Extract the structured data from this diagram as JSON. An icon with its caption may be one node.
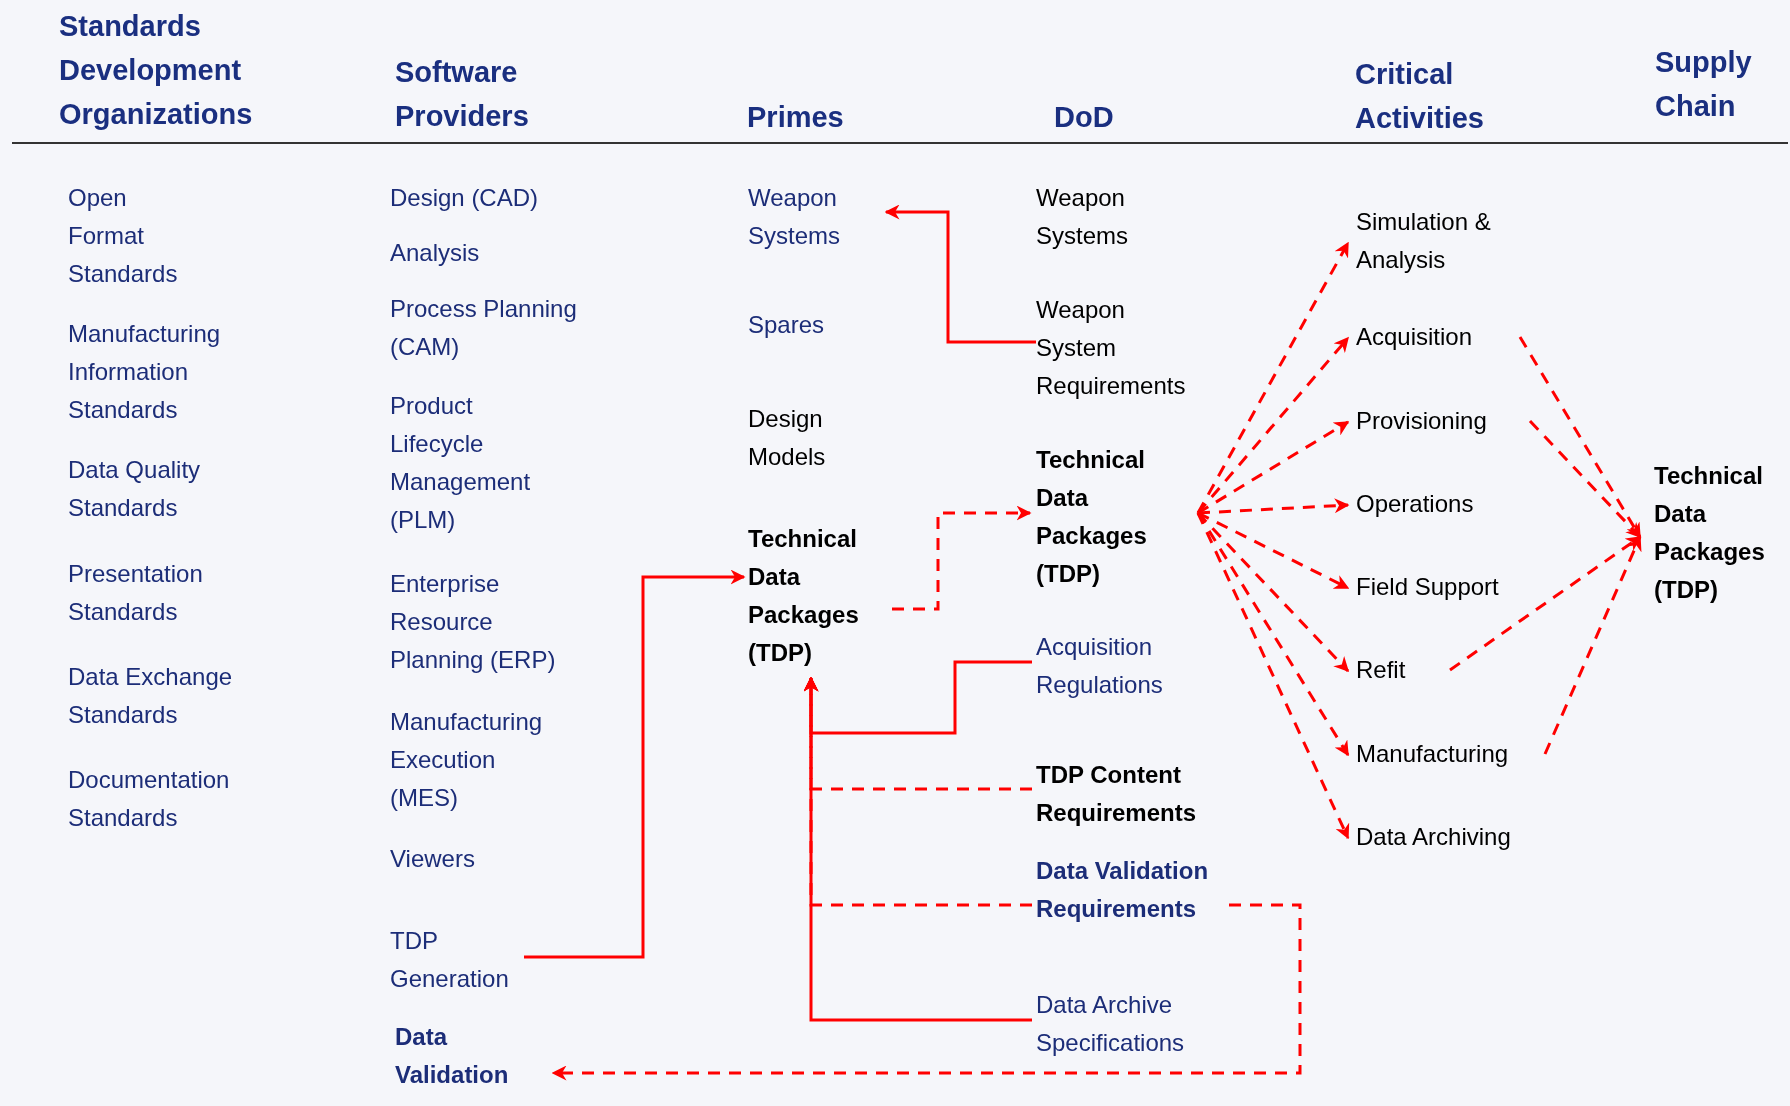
{
  "diagram": {
    "nodes": [
      {
        "text": [
          "Weapon Systems"
        ]
      },
      {
        "text": [
          "Weapon System Requirements"
        ]
      },
      {
        "text": [
          "TDP Generation"
        ]
      },
      {
        "text": [
          "Technical Data Packages (TDP)"
        ]
      },
      {
        "text": [
          "Technical Data Packages (TDP)"
        ]
      },
      {
        "text": [
          "Acquisition Regulations"
        ]
      },
      {
        "text": [
          "TDP Content Requirements"
        ]
      },
      {
        "text": [
          "Data Validation Requirements"
        ]
      },
      {
        "text": [
          "Data Archive Specifications"
        ]
      },
      {
        "text": [
          "Data Validation"
        ]
      },
      {
        "text": [
          "Simulation & Analysis"
        ]
      },
      {
        "text": [
          "Acquisition"
        ]
      },
      {
        "text": [
          "Provisioning"
        ]
      },
      {
        "text": [
          "Operations"
        ]
      },
      {
        "text": [
          "Field Support"
        ]
      },
      {
        "text": [
          "Refit"
        ]
      },
      {
        "text": [
          "Manufacturing"
        ]
      },
      {
        "text": [
          "Data Archiving"
        ]
      },
      {
        "text": [
          "Technical Data Packages (TDP)"
        ]
      }
    ],
    "edges": [
      {
        "from": 1,
        "to": 0,
        "arrow": "to"
      },
      {
        "from": 2,
        "to": 3,
        "arrow": "to"
      },
      {
        "from": 3,
        "to": 4,
        "arrow": "to",
        "style": "dashed"
      },
      {
        "from": 5,
        "to": 3,
        "arrow": "to"
      },
      {
        "from": 6,
        "to": 3,
        "arrow": "to",
        "style": "dashed"
      },
      {
        "from": 7,
        "to": 3,
        "arrow": "to",
        "style": "dashed"
      },
      {
        "from": 8,
        "to": 3,
        "arrow": "to"
      },
      {
        "from": 7,
        "to": 9,
        "arrow": "to",
        "style": "dashed"
      },
      {
        "from": 4,
        "to": 10,
        "arrow": "to",
        "style": "dashed"
      },
      {
        "from": 4,
        "to": 11,
        "arrow": "to",
        "style": "dashed"
      },
      {
        "from": 4,
        "to": 12,
        "arrow": "to",
        "style": "dashed"
      },
      {
        "from": 4,
        "to": 13,
        "arrow": "to",
        "style": "dashed"
      },
      {
        "from": 4,
        "to": 14,
        "arrow": "to",
        "style": "dashed"
      },
      {
        "from": 4,
        "to": 15,
        "arrow": "to",
        "style": "dashed"
      },
      {
        "from": 4,
        "to": 16,
        "arrow": "to",
        "style": "dashed"
      },
      {
        "from": 4,
        "to": 17,
        "arrow": "to",
        "style": "dashed"
      },
      {
        "from": 11,
        "to": 18,
        "arrow": "to",
        "style": "dashed"
      },
      {
        "from": 12,
        "to": 18,
        "arrow": "to",
        "style": "dashed"
      },
      {
        "from": 15,
        "to": 18,
        "arrow": "to",
        "style": "dashed"
      },
      {
        "from": 16,
        "to": 18,
        "arrow": "to",
        "style": "dashed"
      }
    ],
    "labels": [
      "Standards Development Organizations",
      "Software Providers",
      "Primes",
      "DoD",
      "Critical Activities",
      "Supply Chain",
      "Open Format Standards",
      "Manufacturing Information Standards",
      "Data Quality Standards",
      "Presentation Standards",
      "Data Exchange Standards",
      "Documentation Standards",
      "Design (CAD)",
      "Analysis",
      "Process Planning (CAM)",
      "Product Lifecycle Management (PLM)",
      "Enterprise Resource Planning (ERP)",
      "Manufacturing Execution (MES)",
      "Viewers",
      "Spares",
      "Design Models",
      "Weapon Systems"
    ]
  }
}
